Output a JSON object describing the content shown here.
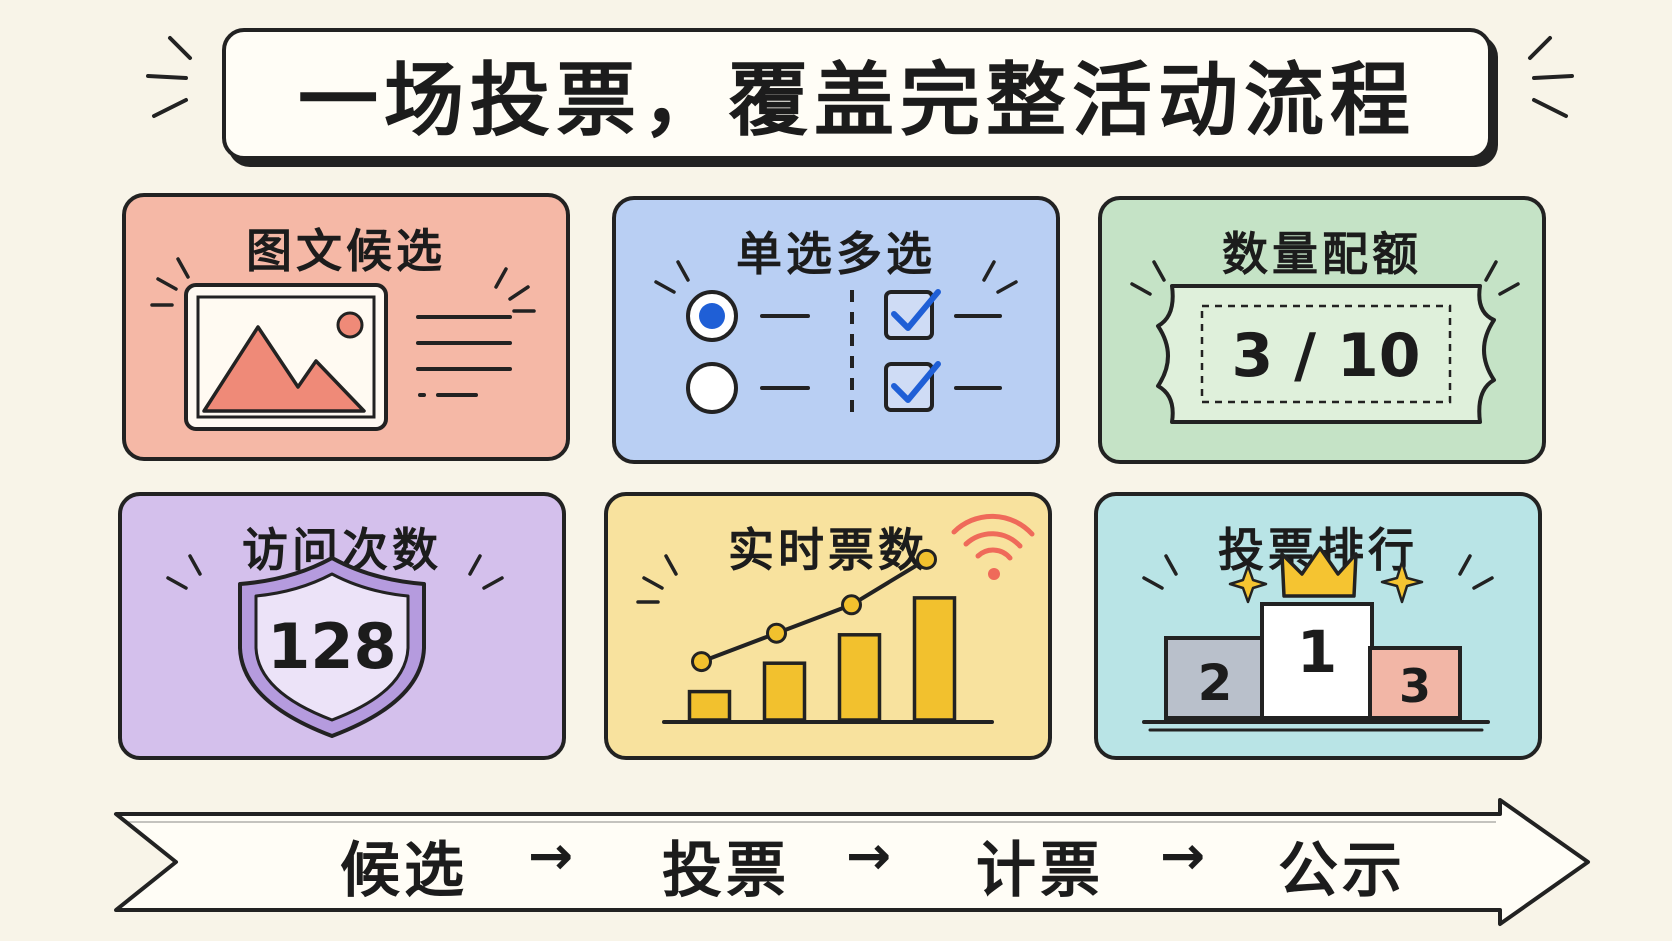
{
  "title": "一场投票，覆盖完整活动流程",
  "cards": [
    {
      "id": "image-text",
      "label": "图文候选",
      "bg": "#f5b8a6"
    },
    {
      "id": "single-multi",
      "label": "单选多选",
      "bg": "#b9cff3"
    },
    {
      "id": "quota",
      "label": "数量配额",
      "bg": "#c5e3c6",
      "value": "3 / 10"
    },
    {
      "id": "visits",
      "label": "访问次数",
      "bg": "#d4c0ec",
      "value": "128"
    },
    {
      "id": "realtime",
      "label": "实时票数",
      "bg": "#f8e29e"
    },
    {
      "id": "ranking",
      "label": "投票排行",
      "bg": "#b9e4e6",
      "ranks": [
        "2",
        "1",
        "3"
      ]
    }
  ],
  "realtime_chart": {
    "type": "bar",
    "values": [
      1,
      2,
      3,
      4.3
    ],
    "trend": [
      1,
      2,
      3,
      4.6
    ],
    "ylim": [
      0,
      5
    ],
    "bar_color": "#f2c12e",
    "line_color": "#222222",
    "point_color": "#f2c12e"
  },
  "flow": {
    "steps": [
      "候选",
      "投票",
      "计票",
      "公示"
    ],
    "arrow": "→"
  },
  "colors": {
    "accent_blue": "#1f5fd6",
    "mountain": "#ef8a78",
    "signal": "#ef6a5a",
    "crown": "#f5c431",
    "podium_2": "#b9c0cb",
    "podium_1": "#ffffff",
    "podium_3": "#f2b6a6",
    "shield": "#9c7bd4"
  }
}
